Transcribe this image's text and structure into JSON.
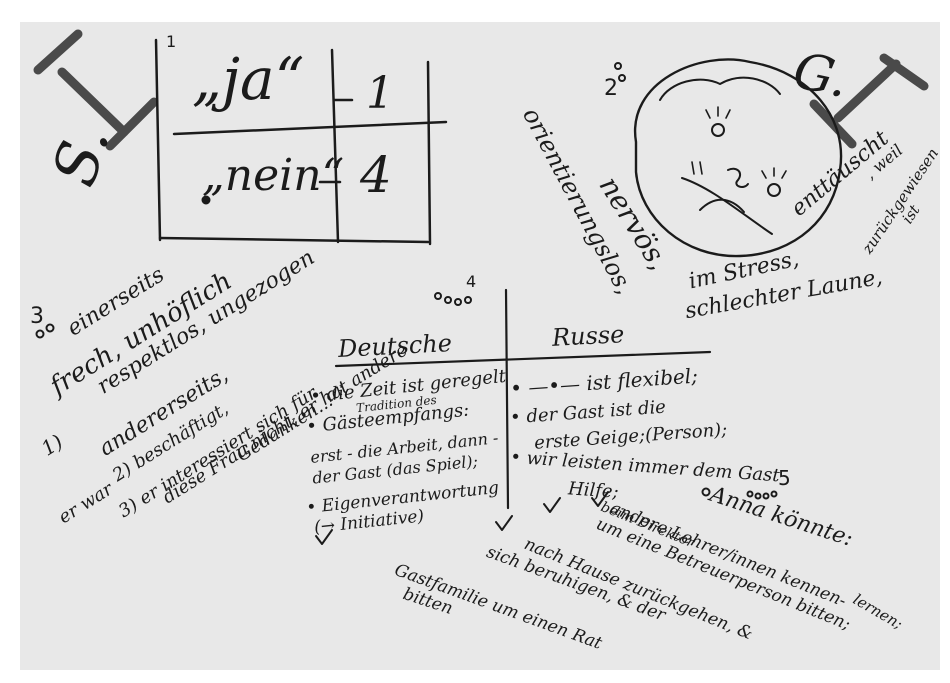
{
  "page": {
    "background": "#e8e8e8",
    "ink_color": "#1b1b1b"
  },
  "section1": {
    "number": "1",
    "ja": "„ja“",
    "ja_count": "1",
    "nein": "„nein“",
    "nein_count": "4"
  },
  "letters": {
    "s": "S.",
    "g": "G."
  },
  "section2": {
    "number": "2",
    "words": [
      "orientierungslos,",
      "nervös,",
      "im Stress,",
      "enttäuscht",
      ", weil",
      "zurückgewiesen",
      "ist",
      "schlechter Laune,"
    ]
  },
  "section3": {
    "number": "3",
    "lines": [
      "einerseits",
      "frech, unhöflich",
      "respektlos, ungezogen",
      "andererseits,",
      "2) beschäftigt,",
      "er war",
      "1)",
      "3) er interessiert sich für",
      "diese Frau nicht, er hat andere",
      "Gedanken..."
    ]
  },
  "section4": {
    "number": "4",
    "col_left": "Deutsche",
    "col_right": "Russe",
    "left_items": [
      "• die Zeit ist geregelt",
      "Tradition des",
      "• Gästeempfangs:",
      "erst - die Arbeit, dann -",
      "der Gast (das Spiel);",
      "• Eigenverantwortung",
      "(→ Initiative)"
    ],
    "right_items": [
      "• —•— ist flexibel;",
      "• der Gast ist die",
      "erste Geige;(Person);",
      "• wir leisten immer dem Gast",
      "Hilfe;"
    ]
  },
  "section5": {
    "number": "5",
    "lines": [
      "Anna könnte:",
      "andere Lehrer/innen kennen-",
      "beim Direktor",
      "lernen;",
      "um eine Betreuerperson bitten;",
      "nach Hause zurückgehen, &",
      "sich beruhigen, & der",
      "Gastfamilie um einen Rat",
      "bitten"
    ]
  }
}
